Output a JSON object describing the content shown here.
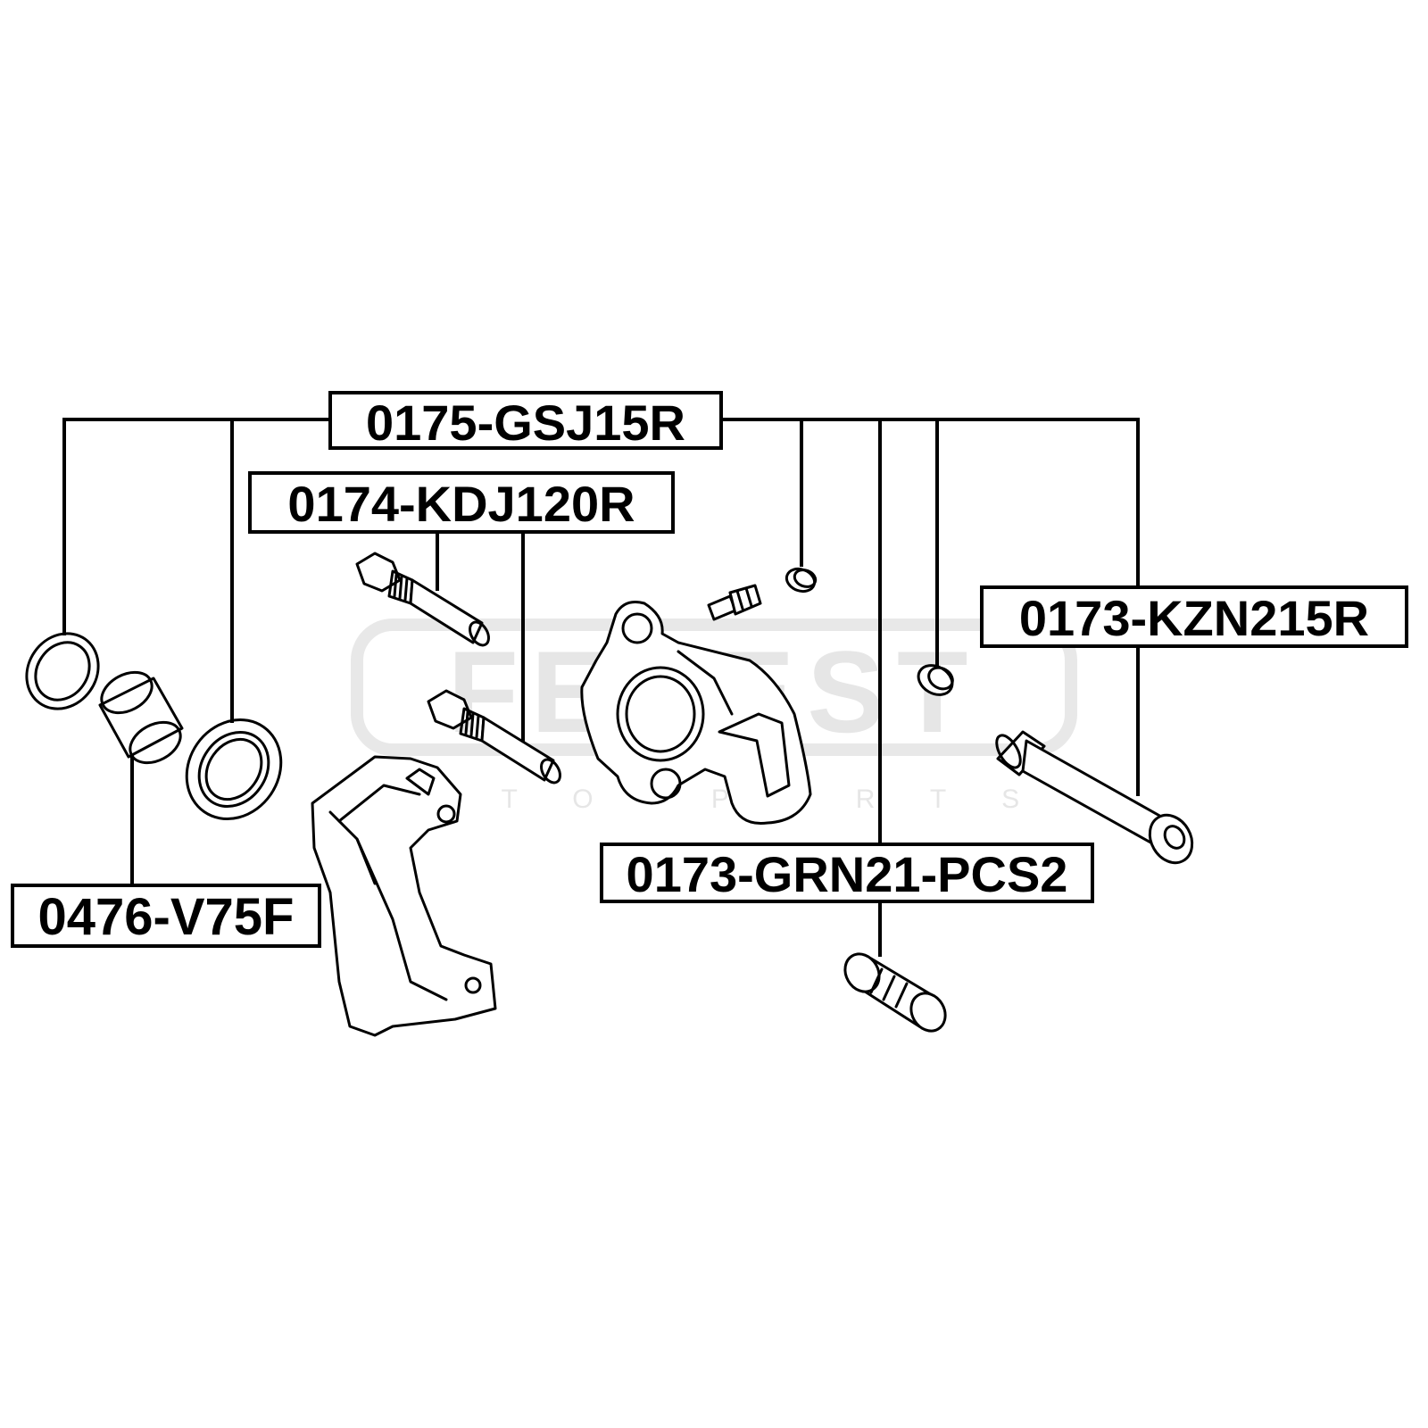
{
  "watermark": {
    "brand": "FEBEST",
    "tagline": "AUTO PARTS"
  },
  "labels": {
    "gsj15r": "0175-GSJ15R",
    "kdj120r": "0174-KDJ120R",
    "kzn215r": "0173-KZN215R",
    "v75f": "0476-V75F",
    "grn21": "0173-GRN21-PCS2"
  }
}
